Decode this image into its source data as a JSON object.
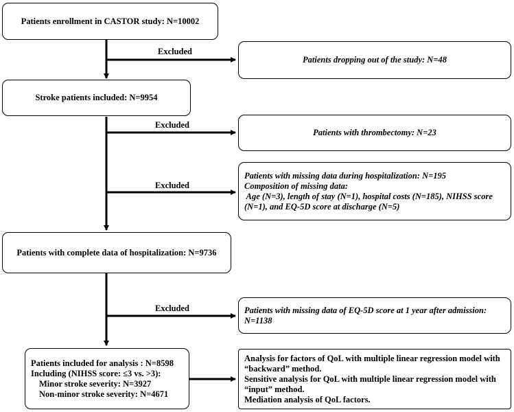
{
  "boxes": {
    "enrollment": "Patients enrollment in CASTOR study: N=10002",
    "dropout": "Patients dropping out of the study: N=48",
    "stroke_included": "Stroke patients included: N=9954",
    "thrombectomy": "Patients with thrombectomy: N=23",
    "missing_hosp": {
      "line1": "Patients with missing data during hospitalization: N=195",
      "line2": "Composition of missing data:",
      "line3": " Age (N=3), length of stay (N=1), hospital costs (N=185), NIHSS score",
      "line4": "(N=1), and EQ-5D score at discharge (N=5)"
    },
    "complete_hosp": "Patients with complete data of hospitalization: N=9736",
    "missing_eq5d": {
      "line1": "Patients with missing data of EQ-5D score at 1 year after admission:",
      "line2": "N=1138"
    },
    "analysis": {
      "line1": "Patients included for analysis : N=8598",
      "line2": "Including (NIHSS score: ≤3 vs. >3):",
      "line3": "Minor stroke severity: N=3927",
      "line4": "Non-minor stroke severity: N=4671"
    },
    "methods": {
      "line1": "Analysis for factors of QoL with multiple linear regression model with",
      "line2": "“backward” method.",
      "line3": "Sensitive analysis for QoL with multiple linear regression model with",
      "line4": "“input” method.",
      "line5": "Mediation analysis of QoL factors."
    }
  },
  "labels": {
    "excluded_1": "Excluded",
    "excluded_2": "Excluded",
    "excluded_3": "Excluded",
    "excluded_4": "Excluded"
  }
}
